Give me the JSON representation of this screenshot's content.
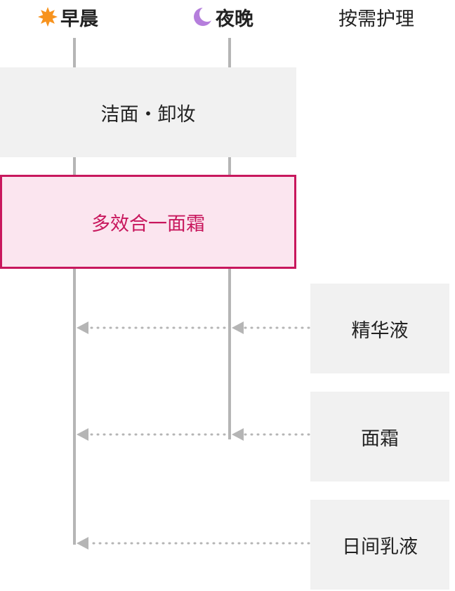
{
  "columns": {
    "morning": {
      "label": "早晨",
      "icon": "sun-icon",
      "icon_color": "#f7931e"
    },
    "night": {
      "label": "夜晚",
      "icon": "moon-icon",
      "icon_color": "#b57edc"
    },
    "optional": {
      "label": "按需护理"
    }
  },
  "steps": {
    "cleanse": "洁面・卸妆",
    "all_in_one": "多效合一面霜"
  },
  "optional_items": {
    "serum": "精华液",
    "cream": "面霜",
    "day_lotion": "日间乳液"
  },
  "colors": {
    "highlight": "#c8175d",
    "highlight_fill": "#fbe5ef",
    "box_fill": "#f1f1f1",
    "line": "#b5b5b5"
  }
}
